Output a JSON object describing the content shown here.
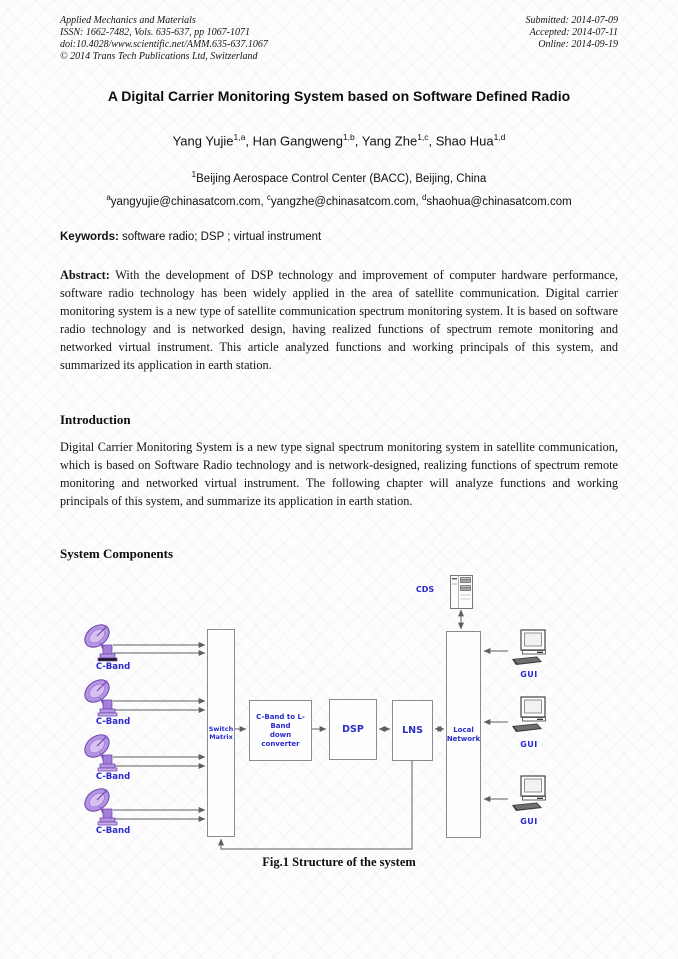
{
  "header": {
    "journal": [
      "Applied Mechanics and Materials",
      "ISSN: 1662-7482, Vols. 635-637, pp 1067-1071",
      "doi:10.4028/www.scientific.net/AMM.635-637.1067",
      "© 2014 Trans Tech Publications Ltd, Switzerland"
    ],
    "dates": [
      "Submitted: 2014-07-09",
      "Accepted: 2014-07-11",
      "Online: 2014-09-19"
    ]
  },
  "title": "A Digital Carrier Monitoring System based on Software Defined Radio",
  "authors": [
    {
      "name": "Yang Yujie",
      "sup": "1,a"
    },
    {
      "name": ", Han Gangweng",
      "sup": "1,b"
    },
    {
      "name": ", Yang Zhe",
      "sup": "1,c"
    },
    {
      "name": ", Shao Hua",
      "sup": "1,d"
    }
  ],
  "affiliation": {
    "sup": "1",
    "text": "Beijing Aerospace Control Center (BACC), Beijing, China"
  },
  "emails": [
    {
      "sup": "a",
      "text": "yangyujie@chinasatcom.com, "
    },
    {
      "sup": "c",
      "text": "yangzhe@chinasatcom.com, "
    },
    {
      "sup": "d",
      "text": "shaohua@chinasatcom.com"
    }
  ],
  "keywords": {
    "label": "Keywords:",
    "text": " software radio; DSP ; virtual instrument"
  },
  "abstract": {
    "label": "Abstract:",
    "text": " With the development of DSP technology and improvement of computer hardware performance, software radio technology has been widely applied in the area of satellite communication. Digital carrier monitoring system is a new type of satellite communication spectrum monitoring system. It is based on software radio technology and is networked design, having realized functions of spectrum remote monitoring and networked virtual instrument. This article analyzed functions and working principals of this system, and summarized its application in earth station."
  },
  "sections": [
    {
      "heading": "Introduction",
      "body": "Digital Carrier Monitoring System is a new type signal spectrum monitoring system in satellite communication, which is based on Software Radio technology and is network-designed, realizing functions of spectrum remote monitoring and networked virtual instrument. The following chapter will analyze functions and working principals of this system, and summarize its application in earth station."
    },
    {
      "heading": "System Components",
      "body": ""
    }
  ],
  "figure": {
    "caption": "Fig.1 Structure of the system",
    "labels": {
      "dish": "C-Band",
      "switch_matrix": "Switch\nMatrix",
      "converter": "C-Band to L-Band\ndown converter",
      "dsp": "DSP",
      "lns": "LNS",
      "local_network": "Local\nNetwork",
      "cds": "CDS",
      "gui": "GUI"
    },
    "colors": {
      "label_blue": "#2b2bcd",
      "dish_purple": "#a37fd9",
      "box_border": "#8c8c8c",
      "arrow": "#5f5f5f"
    }
  }
}
